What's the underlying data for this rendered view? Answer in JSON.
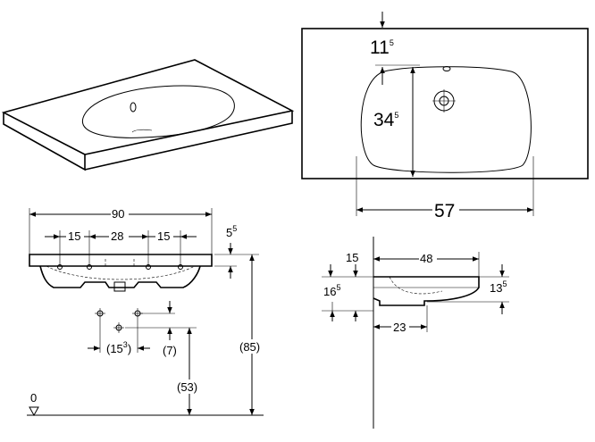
{
  "plan_view": {
    "dim_depth_offset": "11",
    "dim_depth_offset_sup": "5",
    "dim_bowl_depth": "34",
    "dim_bowl_depth_sup": "5",
    "dim_bowl_width": "57"
  },
  "front_view": {
    "dim_total_width": "90",
    "dim_side_left": "15",
    "dim_center": "28",
    "dim_side_right": "15",
    "dim_rim_height": "5",
    "dim_rim_height_sup": "5",
    "dim_trap_offset_prefix": "(15",
    "dim_trap_offset_sup": "3",
    "dim_trap_offset_suffix": ")",
    "dim_trap_small": "(7)",
    "dim_trap_height": "(53)",
    "dim_total_height": "(85)",
    "floor_label": "0"
  },
  "side_view": {
    "dim_wall_top": "15",
    "dim_depth": "48",
    "dim_rim": "13",
    "dim_rim_sup": "5",
    "dim_bottom": "16",
    "dim_bottom_sup": "5",
    "dim_drain": "23"
  }
}
